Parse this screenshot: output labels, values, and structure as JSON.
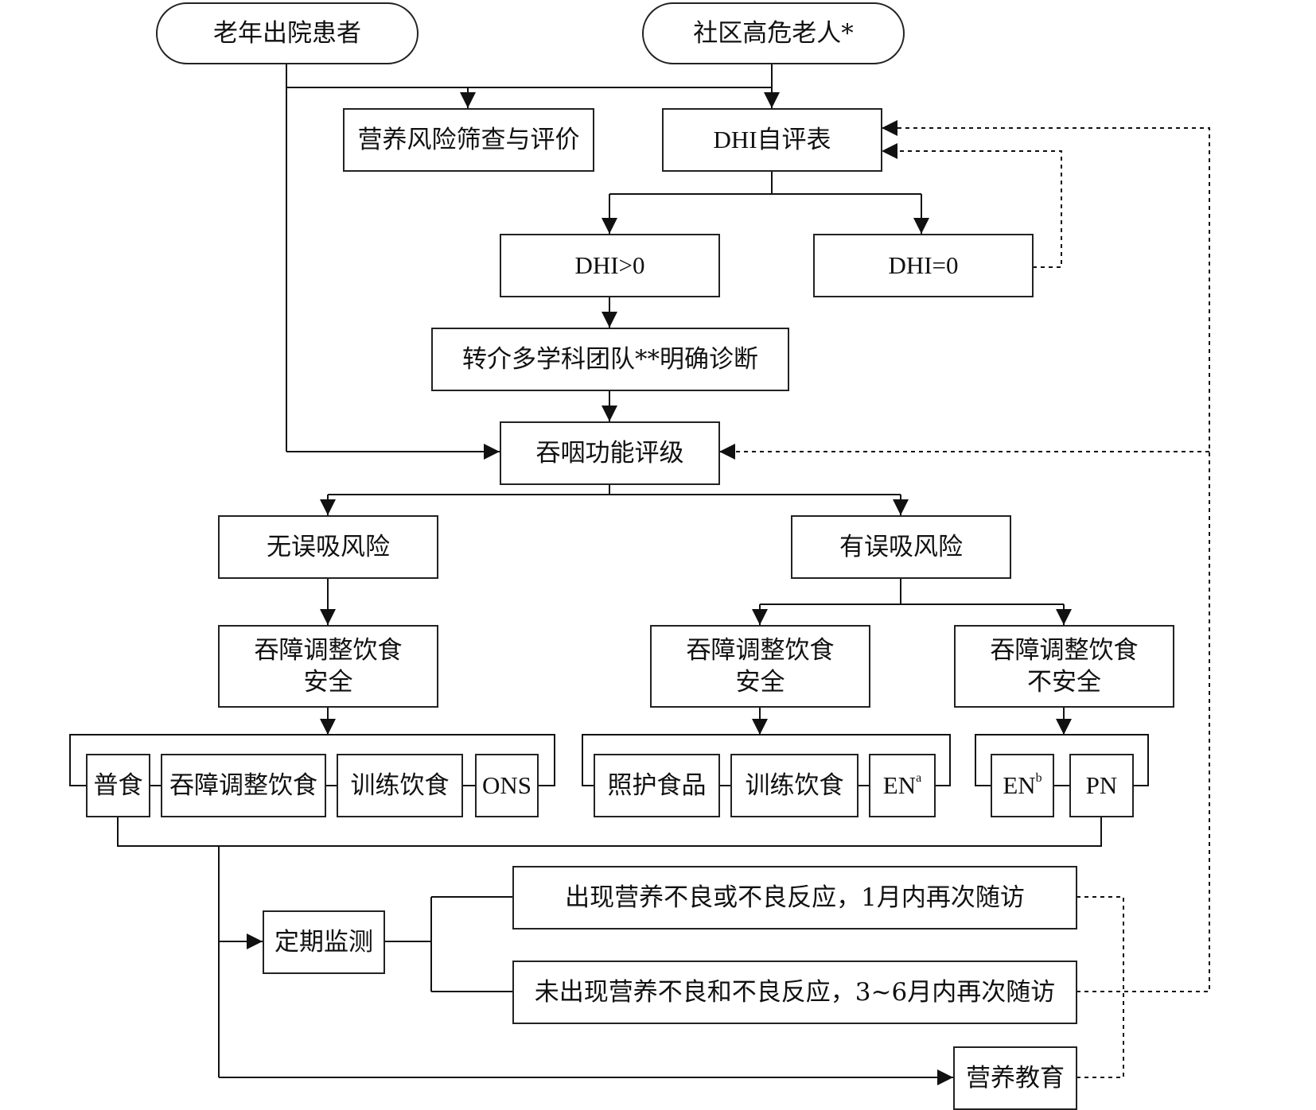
{
  "nodes": {
    "discharged": "老年出院患者",
    "community": "社区高危老人*",
    "screening": "营养风险筛查与评价",
    "dhi_form": "DHI自评表",
    "dhi_pos": "DHI>0",
    "dhi_zero": "DHI=0",
    "referral": "转介多学科团队**明确诊断",
    "grading": "吞咽功能评级",
    "no_risk": "无误吸风险",
    "has_risk": "有误吸风险",
    "safe_left": [
      "吞障调整饮食",
      "安全"
    ],
    "safe_mid": [
      "吞障调整饮食",
      "安全"
    ],
    "unsafe": [
      "吞障调整饮食",
      "不安全"
    ],
    "general_diet": "普食",
    "adjusted_diet": "吞障调整饮食",
    "training_diet_1": "训练饮食",
    "ons": "ONS",
    "care_food": "照护食品",
    "training_diet_2": "训练饮食",
    "en_a": {
      "base": "EN",
      "sup": "a"
    },
    "en_b": {
      "base": "EN",
      "sup": "b"
    },
    "pn": "PN",
    "monitoring": "定期监测",
    "followup_1m": "出现营养不良或不良反应，1月内再次随访",
    "followup_3_6m": "未出现营养不良和不良反应，3~6月内再次随访",
    "education": "营养教育"
  }
}
